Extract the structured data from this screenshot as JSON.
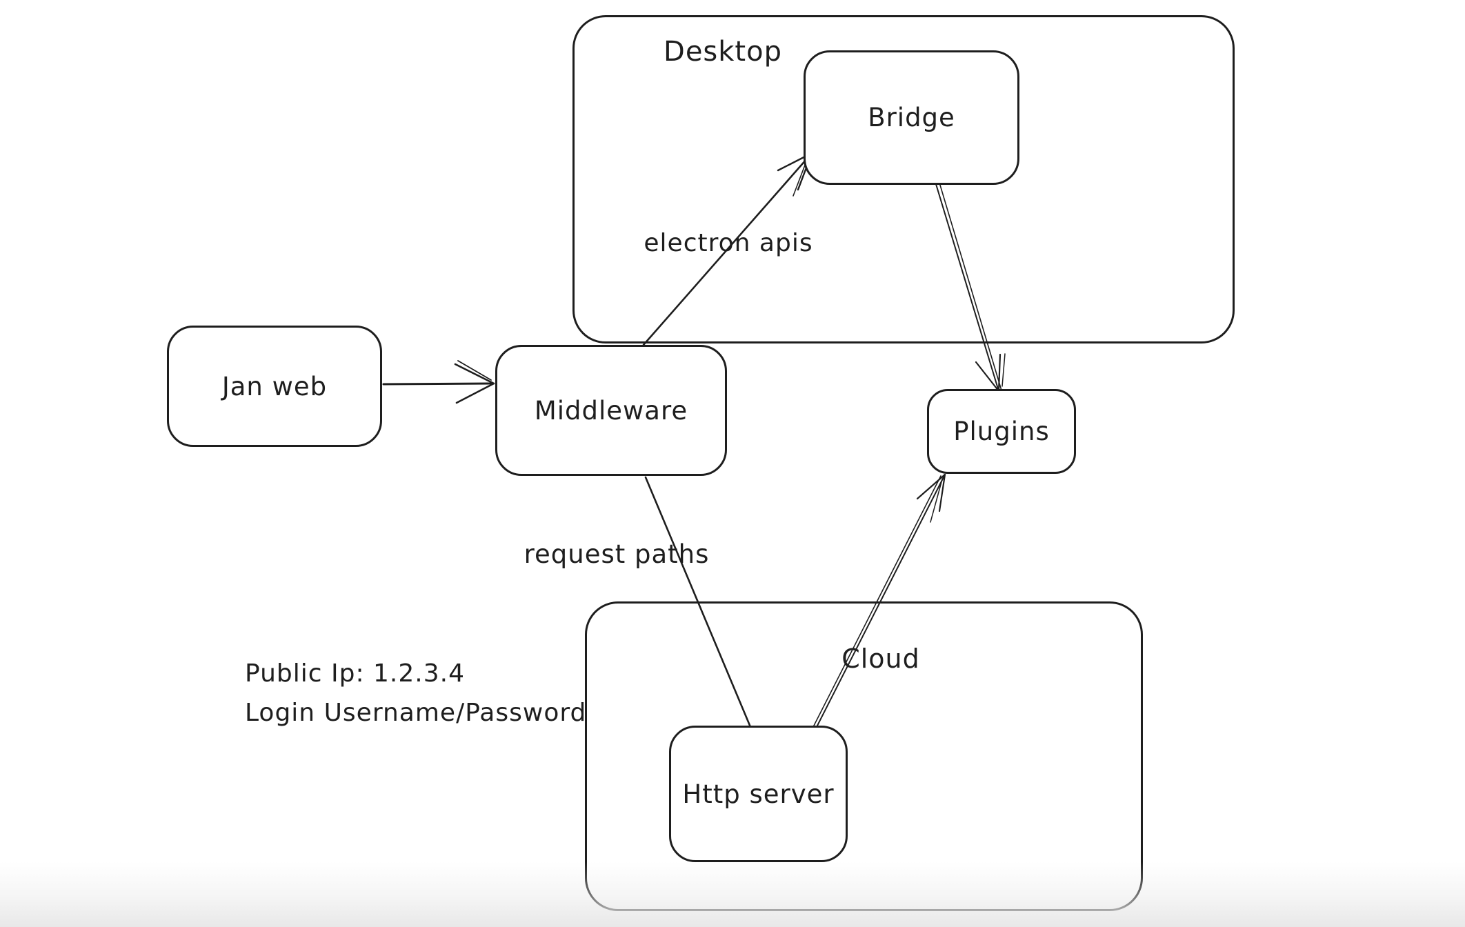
{
  "canvas": {
    "background": "#ffffff",
    "stroke_color": "#1e1e1e",
    "bottom_fade_color": "#e8e8e8"
  },
  "containers": {
    "desktop": {
      "label": "Desktop"
    },
    "cloud": {
      "label": "Cloud"
    }
  },
  "nodes": {
    "jan_web": {
      "label": "Jan web"
    },
    "middleware": {
      "label": "Middleware"
    },
    "bridge": {
      "label": "Bridge"
    },
    "plugins": {
      "label": "Plugins"
    },
    "http_server": {
      "label": "Http server"
    }
  },
  "edges": {
    "middleware_to_bridge": {
      "label": "electron apis"
    },
    "middleware_to_http_server": {
      "label": "request paths"
    }
  },
  "annotations": {
    "public_ip": "Public Ip: 1.2.3.4",
    "login": "Login Username/Password"
  }
}
